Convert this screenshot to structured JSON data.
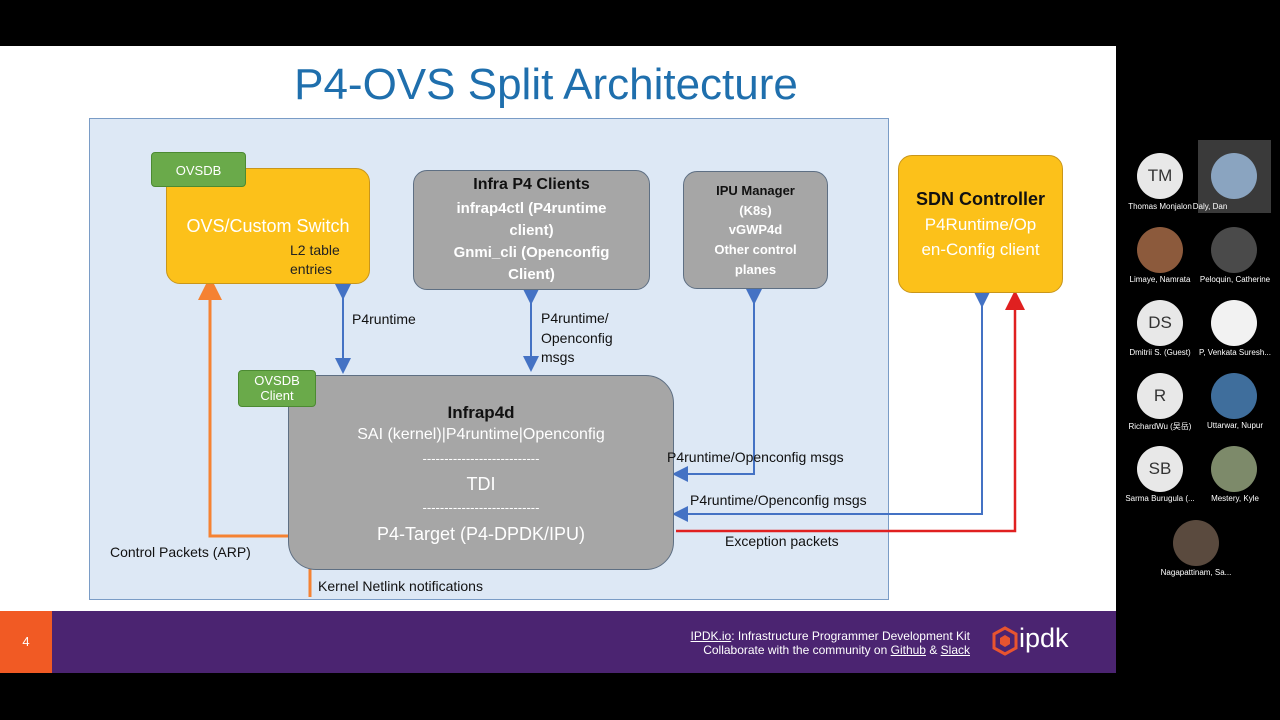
{
  "slide": {
    "title": "P4-OVS Split Architecture",
    "page_number": "4",
    "boxes": {
      "ovsdb_tag": "OVSDB",
      "ovs_switch": {
        "title": "OVS/Custom Switch",
        "note_line1": "L2 table",
        "note_line2": "entries"
      },
      "infra_clients": {
        "title": "Infra P4 Clients",
        "lines": [
          "infrap4ctl (P4runtime",
          "client)",
          "Gnmi_cli (Openconfig",
          "Client)"
        ]
      },
      "ipu_manager": {
        "lines": [
          "IPU Manager",
          "(K8s)",
          "vGWP4d",
          "Other control",
          "planes"
        ]
      },
      "sdn_controller": {
        "title": "SDN Controller",
        "line1": "P4Runtime/Op",
        "line2": "en-Config client"
      },
      "ovsdb_client": {
        "line1": "OVSDB",
        "line2": "Client"
      },
      "infrap4d": {
        "title": "Infrap4d",
        "line1": "SAI (kernel)|P4runtime|Openconfig",
        "divider1": "---------------------------",
        "line2": "TDI",
        "divider2": "---------------------------",
        "line3": "P4-Target (P4-DPDK/IPU)"
      }
    },
    "labels": {
      "p4runtime": "P4runtime",
      "p4_openconfig_1": "P4runtime/",
      "p4_openconfig_2": "Openconfig",
      "p4_openconfig_3": "msgs",
      "ipu_msgs": "P4runtime/Openconfig msgs",
      "sdn_msgs": "P4runtime/Openconfig msgs",
      "exception": "Exception packets",
      "control_packets": "Control Packets (ARP)",
      "netlink": "Kernel Netlink notifications"
    },
    "footer": {
      "site": "IPDK.io",
      "line1_rest": ": Infrastructure Programmer Development Kit",
      "line2_prefix": "Collaborate with the community on ",
      "github": "Github",
      "amp": " & ",
      "slack": "Slack",
      "logo_text": "ipdk"
    },
    "colors": {
      "title": "#1f6fad",
      "yellow_box": "#fcc11a",
      "gray_box": "#a6a6a6",
      "green_tag": "#6aaa4a",
      "blue_arrow": "#4472c4",
      "orange_arrow": "#f58232",
      "red_arrow": "#e02020",
      "footer": "#4b2471",
      "page_tab": "#f15a24"
    }
  },
  "participants": [
    {
      "initials": "TM",
      "name": "Thomas Monjalon"
    },
    {
      "initials": "",
      "name": "Daly, Dan"
    },
    {
      "initials": "",
      "name": "Limaye, Namrata"
    },
    {
      "initials": "",
      "name": "Peloquin, Catherine"
    },
    {
      "initials": "DS",
      "name": "Dmitrii S. (Guest)"
    },
    {
      "initials": "",
      "name": "P, Venkata Suresh..."
    },
    {
      "initials": "R",
      "name": "RichardWu (吴岳)"
    },
    {
      "initials": "",
      "name": "Uttarwar, Nupur"
    },
    {
      "initials": "SB",
      "name": "Sarma Burugula (..."
    },
    {
      "initials": "",
      "name": "Mestery, Kyle"
    },
    {
      "initials": "",
      "name": "Nagapattinam, Sa..."
    }
  ]
}
